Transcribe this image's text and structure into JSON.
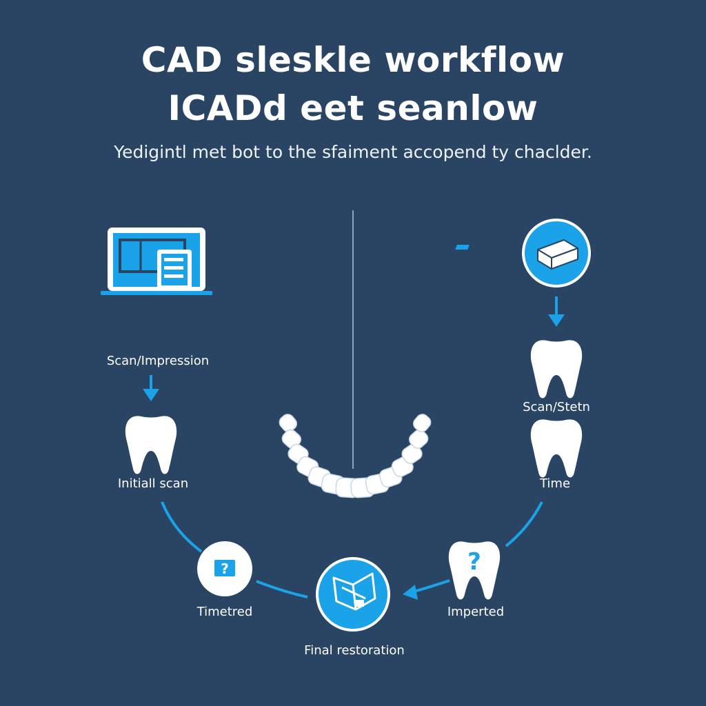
{
  "header": {
    "title_line1": "CAD sleskle workflow",
    "title_line2": "ICADd eet seanlow",
    "subtitle": "Yedigintl met bot to the sfaiment accopend ty chaclder."
  },
  "colors": {
    "background": "#2a4563",
    "accent": "#1aa3e8",
    "text": "#ffffff"
  },
  "icons": {
    "laptop": "laptop-icon",
    "scanner_box": "scanner-box-icon",
    "tooth": "tooth-icon",
    "question": "question-mark-icon",
    "restoration": "restoration-icon",
    "dental_arch": "dental-arch-icon"
  },
  "labels": {
    "scan_impression": "Scan/Impression",
    "initial_scan": "Initiall scan",
    "timetred": "Timetred",
    "final_restoration": "Final restoration",
    "imperted": "Imperted",
    "time": "Time",
    "scan_stetn": "Scan/Stetn"
  },
  "question_glyph": "?"
}
